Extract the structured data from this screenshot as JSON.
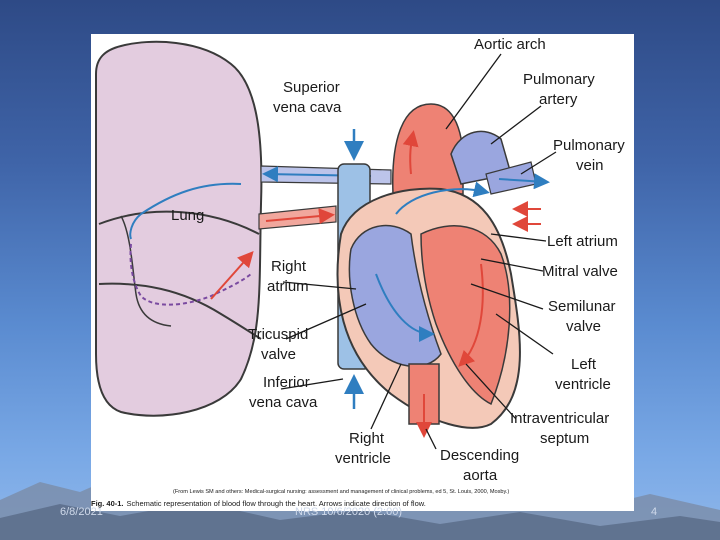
{
  "figure": {
    "labels": {
      "aortic_arch": "Aortic arch",
      "pulmonary_artery_1": "Pulmonary",
      "pulmonary_artery_2": "artery",
      "pulmonary_vein_1": "Pulmonary",
      "pulmonary_vein_2": "vein",
      "superior_vena_cava_1": "Superior",
      "superior_vena_cava_2": "vena cava",
      "lung": "Lung",
      "left_atrium": "Left atrium",
      "mitral_valve": "Mitral valve",
      "semilunar_valve_1": "Semilunar",
      "semilunar_valve_2": "valve",
      "right_atrium_1": "Right",
      "right_atrium_2": "atrium",
      "tricuspid_valve_1": "Tricuspid",
      "tricuspid_valve_2": "valve",
      "left_ventricle_1": "Left",
      "left_ventricle_2": "ventricle",
      "inferior_vena_cava_1": "Inferior",
      "inferior_vena_cava_2": "vena cava",
      "intraventricular_septum_1": "Intraventricular",
      "intraventricular_septum_2": "septum",
      "right_ventricle_1": "Right",
      "right_ventricle_2": "ventricle",
      "descending_aorta_1": "Descending",
      "descending_aorta_2": "aorta"
    },
    "source_note": "(From Lewis SM and others: Medical-surgical nursing: assessment and management of clinical problems, ed 5, St. Louis, 2000, Mosby.)",
    "caption_prefix": "Fig. 40-1.",
    "caption_text": "Schematic representation of blood flow through the heart. Arrows indicate direction of flow."
  },
  "footer": {
    "date": "6/8/2021",
    "center": "NRS 10/6/2020 (2:00)",
    "page": "4"
  },
  "colors": {
    "venous_blue": "#2f7ec0",
    "arterial_red": "#e0473a",
    "lung_fill": "#e3ccdf",
    "heart_red": "#ee8274",
    "heart_blue": "#9aa6df"
  }
}
